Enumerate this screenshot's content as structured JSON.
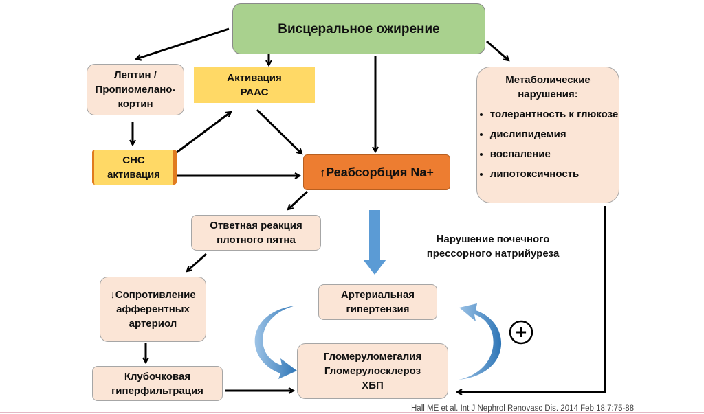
{
  "nodes": {
    "visceral": "Висцеральное ожирение",
    "leptin": [
      "Лептин /",
      "Пропиомелано-",
      "кортин"
    ],
    "raas": [
      "Активация",
      "РААС"
    ],
    "sns": [
      "СНС",
      "активация"
    ],
    "reabsorption": "↑Реабсорбция Na+",
    "metabolic_title": [
      "Метаболические",
      "нарушения:"
    ],
    "metabolic_items": [
      "толерантность к глюкозе",
      "дислипидемия",
      "воспаление",
      "липотоксичность"
    ],
    "macula": [
      "Ответная реакция",
      "плотного пятна"
    ],
    "resistance": [
      "↓Сопротивление",
      "афферентных",
      "артериол"
    ],
    "hyperfiltration": [
      "Клубочковая",
      "гиперфильтрация"
    ],
    "hypertension": [
      "Артериальная",
      "гипертензия"
    ],
    "glomerulo": [
      "Гломеруломегалия",
      "Гломерулосклероз",
      "ХБП"
    ],
    "natriuresis": [
      "Нарушение почечного",
      "прессорного натрийуреза"
    ]
  },
  "plus_symbol": "+",
  "citation": "Hall ME et al. Int J Nephrol Renovasc Dis. 2014 Feb 18;7:75-88",
  "colors": {
    "green": "#a9d18e",
    "yellow": "#ffd966",
    "orange": "#ed7d31",
    "pink": "#fbe5d6",
    "blue": "#5b9bd5"
  }
}
